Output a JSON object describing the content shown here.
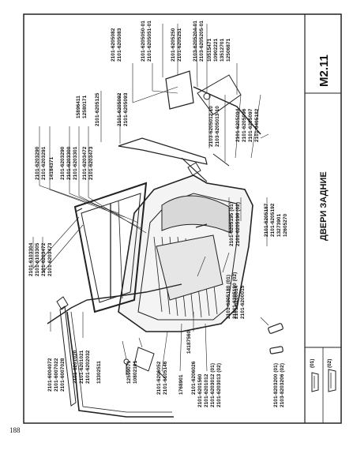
{
  "page": {
    "number": "188",
    "code": "M2.11",
    "title": "ДВЕРИ ЗАДНИЕ"
  },
  "legend": [
    {
      "mark": "(01)"
    },
    {
      "mark": "(02)"
    }
  ],
  "callouts": {
    "top_right_a": [
      "2101-6205082",
      "2101-6205083"
    ],
    "top_right_b": [
      "2101-6205050-01",
      "2101-6205051-01"
    ],
    "top_right_c": [
      "2101-6205250",
      "2101-6205251"
    ],
    "top_right_d": [
      "2103-6205204-01",
      "2103-6205205-01",
      "10515471",
      "10902221",
      "13512701",
      "12506871"
    ],
    "mid_top_a": [
      "2101-6205125"
    ],
    "mid_top_b": [
      "2101-6205092",
      "2101-6205093"
    ],
    "mid_top_c": [
      "15896411",
      "12580171"
    ],
    "lock_group": [
      "2103-6205012-10",
      "2103-6205013-10"
    ],
    "lock_group_b": [
      "2101-6205094",
      "2101-6205096",
      "2101-6205097",
      "2101-6405182"
    ],
    "left_mid": [
      "2101-6203290",
      "2101-6203291"
    ],
    "left_mid_b": [
      "14184371"
    ],
    "left_mid_c": [
      "2101-6203290",
      "2101-6203300",
      "2101-6203301"
    ],
    "left_mid_d": [
      "2101-6203472",
      "2101-6203473"
    ],
    "left_col": [
      "2101-6103304",
      "2101-6103305",
      "2101-6203472",
      "2101-6203473"
    ],
    "center_a": [
      "2101-6205195 (01)",
      "2101-6205196 (02)"
    ],
    "center_b": [
      "2101-6205187",
      "2101-6205192",
      "13273901",
      "12605270"
    ],
    "center_c": [
      "2101-6205180 (01)",
      "21011-6205180 (02)"
    ],
    "center_d": [
      "2101-6200014",
      "2101-6200015"
    ],
    "center_e": [
      "14187560"
    ],
    "bottom_a": [
      "2101-6004072",
      "2101-6007022",
      "2101-6007028"
    ],
    "bottom_b": [
      "2101-6201020",
      "2101-6201021",
      "2101-6202032"
    ],
    "bottom_c": [
      "13302511"
    ],
    "bottom_d": [
      "12599071",
      "10802101"
    ],
    "bottom_e": [
      "2101-6206052",
      "2101-6105146"
    ],
    "bottom_f": [
      "1768901",
      "2101-6206026"
    ],
    "bottom_g": [
      "2101-6201560",
      "2101-6201012",
      "2101-6203012 (01)",
      "2101-6203013 (02)"
    ],
    "bottom_h": [
      "2101-8203200 (01)",
      "2103-8203206 (02)"
    ]
  }
}
